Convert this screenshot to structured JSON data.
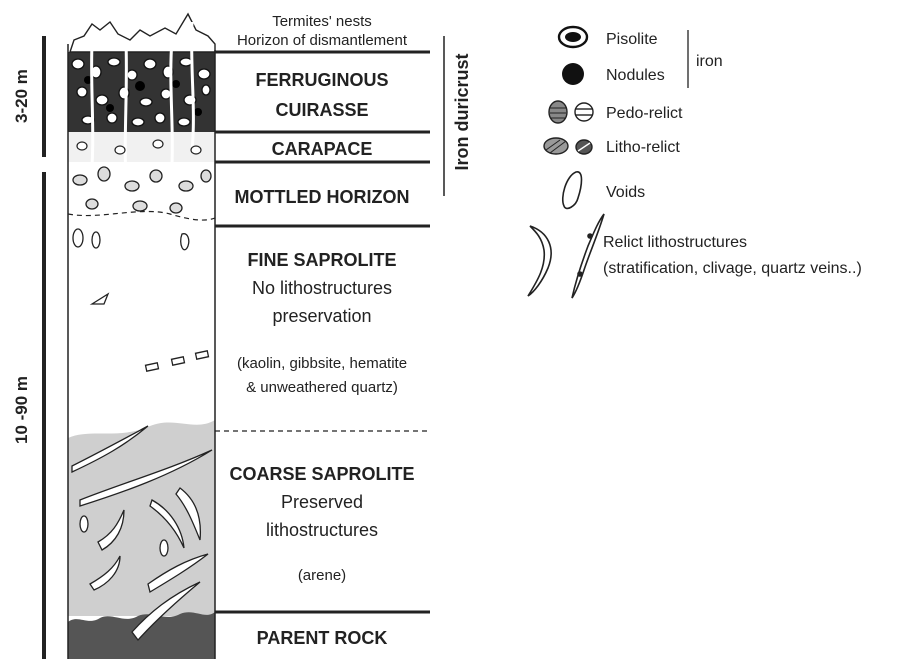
{
  "thickness": {
    "upper": "3-20 m",
    "lower": "10 -90 m"
  },
  "top_labels": {
    "termites": "Termites' nests",
    "dismantlement": "Horizon of dismantlement"
  },
  "horizons": {
    "ferruginous": {
      "line1": "FERRUGINOUS",
      "line2": "CUIRASSE"
    },
    "carapace": "CARAPACE",
    "mottled": "MOTTLED HORIZON",
    "fine_saprolite": {
      "title": "FINE SAPROLITE",
      "line1": "No lithostructures",
      "line2": "preservation",
      "line3": "(kaolin, gibbsite, hematite",
      "line4": "& unweathered quartz)"
    },
    "coarse_saprolite": {
      "title": "COARSE SAPROLITE",
      "line1": "Preserved",
      "line2": "lithostructures",
      "line3": "(arene)"
    },
    "parent_rock": "PARENT ROCK"
  },
  "iron_duricrust": "Iron duricrust",
  "legend": {
    "pisolite": "Pisolite",
    "nodules": "Nodules",
    "iron": "iron",
    "pedo_relict": "Pedo-relict",
    "litho_relict": "Litho-relict",
    "voids": "Voids",
    "relict_line1": "Relict lithostructures",
    "relict_line2": "(stratification, clivage, quartz veins..)"
  },
  "colors": {
    "ink": "#222222",
    "coarse_fill": "#cfcfcf",
    "rock_fill": "#555555"
  }
}
